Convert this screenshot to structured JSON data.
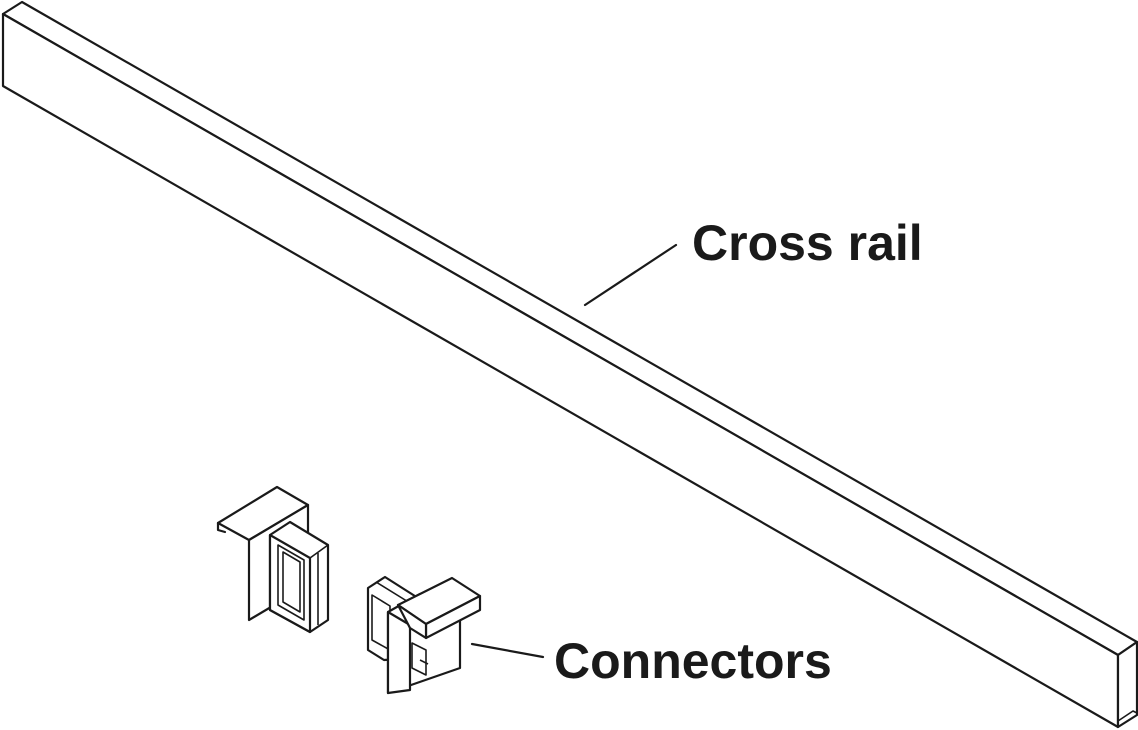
{
  "diagram": {
    "type": "exploded-parts-illustration",
    "parts": [
      {
        "id": "cross-rail",
        "label": "Cross rail"
      },
      {
        "id": "connectors",
        "label": "Connectors",
        "count": 2
      }
    ]
  },
  "labels": {
    "cross_rail": "Cross rail",
    "connectors": "Connectors"
  }
}
